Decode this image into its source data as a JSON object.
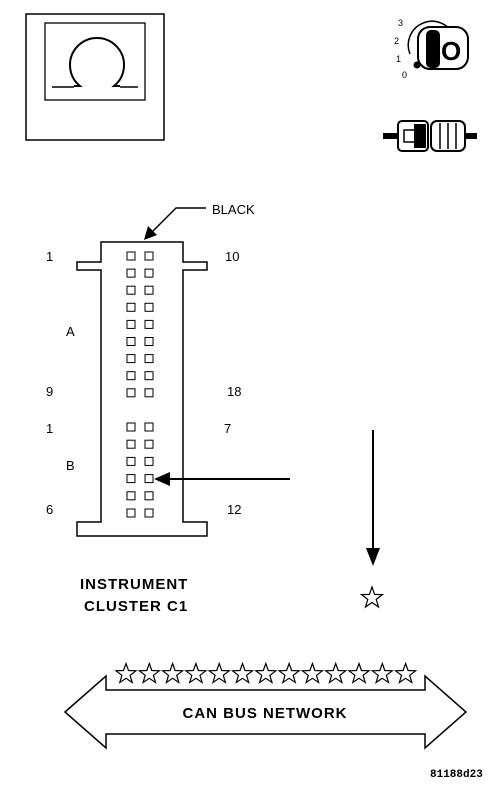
{
  "connector": {
    "color_label": "BLACK",
    "name_line1": "INSTRUMENT",
    "name_line2": "CLUSTER C1",
    "section_a": "A",
    "section_b": "B",
    "pin_a_top_left": "1",
    "pin_a_top_right": "10",
    "pin_a_bottom_left": "9",
    "pin_a_bottom_right": "18",
    "pin_b_top_left": "1",
    "pin_b_top_right": "7",
    "pin_b_bottom_left": "6",
    "pin_b_bottom_right": "12"
  },
  "ignition": {
    "pos3": "3",
    "pos2": "2",
    "pos1": "1",
    "pos0": "0",
    "key_letter": "O"
  },
  "network": {
    "label": "CAN BUS NETWORK"
  },
  "figure_code": "81188d23",
  "icons": [
    "ohmmeter-icon",
    "ignition-key-icon",
    "connector-plug-icon",
    "star-icon"
  ]
}
